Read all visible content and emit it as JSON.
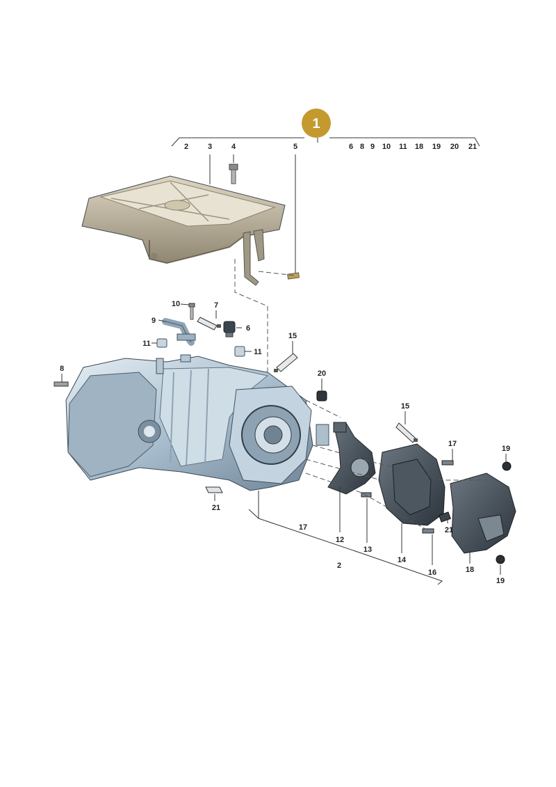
{
  "badge": {
    "number": "1",
    "color": "#c49a2e"
  },
  "top_index": [
    "2",
    "3",
    "4",
    "5",
    "6",
    "8",
    "9",
    "10",
    "11",
    "18",
    "19",
    "20",
    "21"
  ],
  "callouts": {
    "c2_top": "2",
    "c3_top": "3",
    "c4_top": "4",
    "c5_top": "5",
    "c10": "10",
    "c7": "7",
    "c9": "9",
    "c6": "6",
    "c11a": "11",
    "c11b": "11",
    "c15a": "15",
    "c8": "8",
    "c20": "20",
    "c15b": "15",
    "c17a": "17",
    "c19a": "19",
    "c21a": "21",
    "c17b": "17",
    "c12": "12",
    "c13": "13",
    "c21b": "21",
    "c14": "14",
    "c2_bottom": "2",
    "c16": "16",
    "c18": "18",
    "c19b": "19"
  },
  "colors": {
    "highlight": "#d4aa3a",
    "housing": "#b8cbd8",
    "dark_part": "#3b4550"
  }
}
